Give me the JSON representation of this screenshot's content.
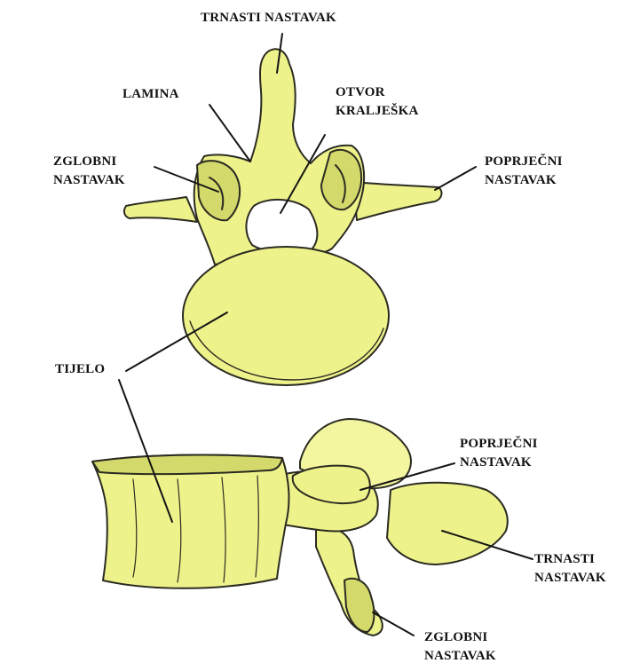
{
  "colors": {
    "bone": "#eef28a",
    "bone_light": "#f3f69e",
    "bone_dark": "#d3d96a",
    "outline": "#2b2b22",
    "leader": "#151515",
    "background": "#ffffff"
  },
  "top_view": {
    "spinous_process": {
      "lines": [
        "TRNASTI NASTAVAK"
      ]
    },
    "lamina": {
      "lines": [
        "LAMINA"
      ]
    },
    "foramen": {
      "lines": [
        "OTVOR",
        "KRALJEŠKA"
      ]
    },
    "articular_process": {
      "lines": [
        "ZGLOBNI",
        "NASTAVAK"
      ]
    },
    "transverse_process": {
      "lines": [
        "POPRJEČNI",
        "NASTAVAK"
      ]
    },
    "body": {
      "lines": [
        "TIJELO"
      ]
    }
  },
  "side_view": {
    "transverse_process": {
      "lines": [
        "POPRJEČNI",
        "NASTAVAK"
      ]
    },
    "spinous_process": {
      "lines": [
        "TRNASTI",
        "NASTAVAK"
      ]
    },
    "articular_process": {
      "lines": [
        "ZGLOBNI",
        "NASTAVAK"
      ]
    }
  }
}
